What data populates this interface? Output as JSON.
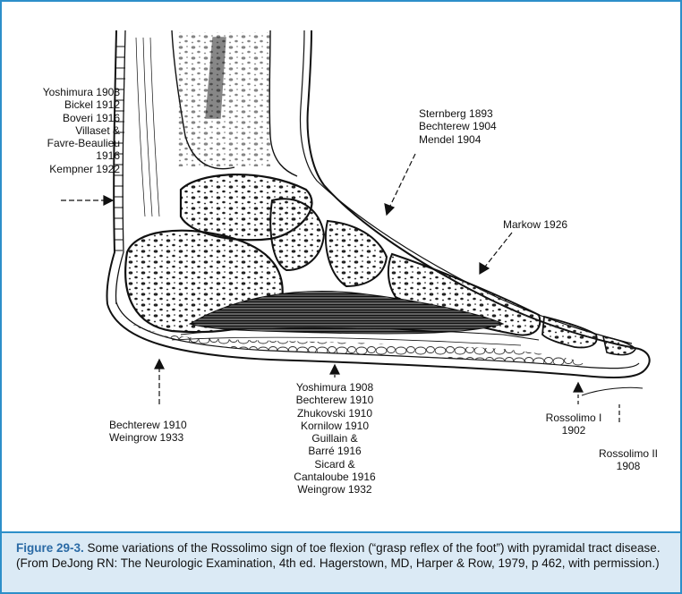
{
  "labels": {
    "left": [
      "Yoshimura 1908",
      "Bickel 1912",
      "Boveri 1916",
      "Villaset &",
      "Favre-Beaulieu",
      "1916",
      "Kempner 1922"
    ],
    "top_right": [
      "Sternberg 1893",
      "Bechterew 1904",
      "Mendel 1904"
    ],
    "markow": [
      "Markow 1926"
    ],
    "bottom_left": [
      "Bechterew 1910",
      "Weingrow 1933"
    ],
    "bottom_center": [
      "Yoshimura 1908",
      "Bechterew 1910",
      "Zhukovski 1910",
      "Kornilow 1910",
      "Guillain &",
      "Barré 1916",
      "Sicard &",
      "Cantaloube 1916",
      "Weingrow 1932"
    ],
    "rossolimo_1": [
      "Rossolimo I",
      "1902"
    ],
    "rossolimo_2": [
      "Rossolimo II",
      "1908"
    ]
  },
  "caption": {
    "title": "Figure 29-3.",
    "text": " Some variations of the Rossolimo sign of toe flexion (“grasp reflex of the foot”) with pyramidal tract disease. (From DeJong RN: The Neurologic Examination, 4th ed. Hagerstown, MD, Harper & Row, 1979, p 462, with permission.)"
  },
  "colors": {
    "border": "#2d8fc9",
    "caption_bg": "#dbeaf5",
    "caption_title": "#2a6aa5"
  }
}
